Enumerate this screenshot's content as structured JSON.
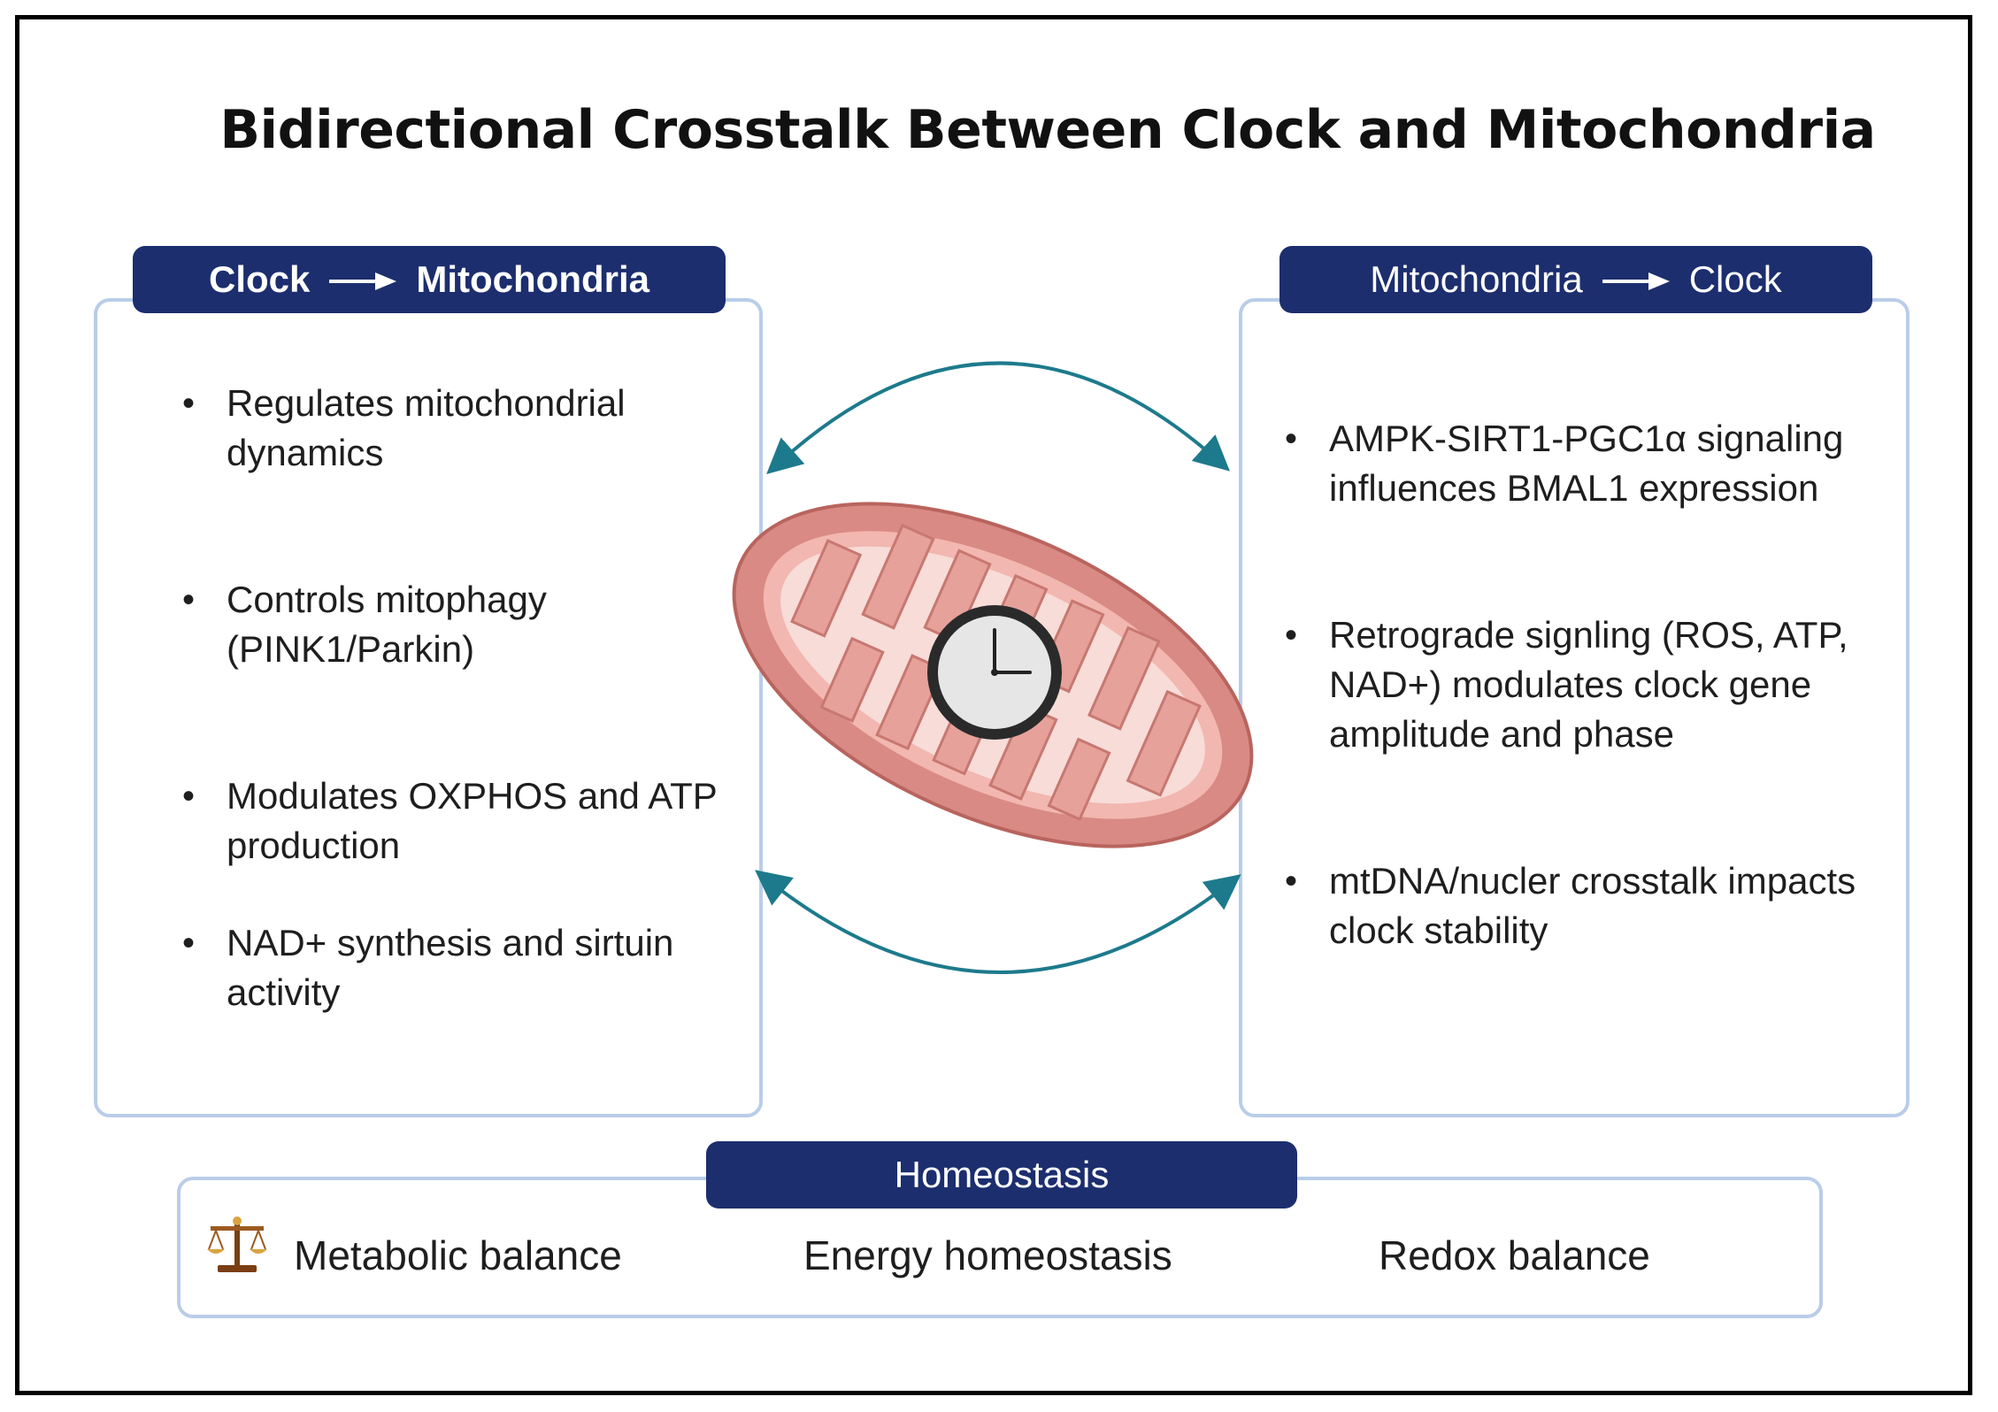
{
  "title": "Bidirectional Crosstalk Between Clock and Mitochondria",
  "left_panel": {
    "header_from": "Clock",
    "header_to": "Mitochondria",
    "items": [
      "Regulates mitochondrial dynamics",
      " Controls mitophagy (PINK1/Parkin)",
      "Modulates OXPHOS and ATP production",
      "NAD+ synthesis and sirtuin activity"
    ]
  },
  "right_panel": {
    "header_from": "Mitochondria",
    "header_to": "Clock",
    "items": [
      "AMPK-SIRT1-PGC1α signaling influences BMAL1 expression",
      "Retrograde signling (ROS, ATP, NAD+) modulates clock gene amplitude and phase",
      "mtDNA/nucler crosstalk impacts clock stability"
    ]
  },
  "homeostasis": {
    "header": "Homeostasis",
    "items": [
      "Metabolic balance",
      "Energy homeostasis",
      "Redox balance"
    ]
  },
  "icons": {
    "arrow": "right-arrow-icon",
    "scale": "balance-scale-icon",
    "organelle": "mitochondrion-icon",
    "clock": "clock-icon",
    "cycle_arrows": "bidirectional-arc-arrow-icon"
  },
  "colors": {
    "header_fill": "#1c2e6e",
    "panel_border": "#b9cde9",
    "arc_arrow": "#1d7a8c",
    "mito_outer": "#d98a84",
    "mito_inner": "#f7dcd8"
  }
}
